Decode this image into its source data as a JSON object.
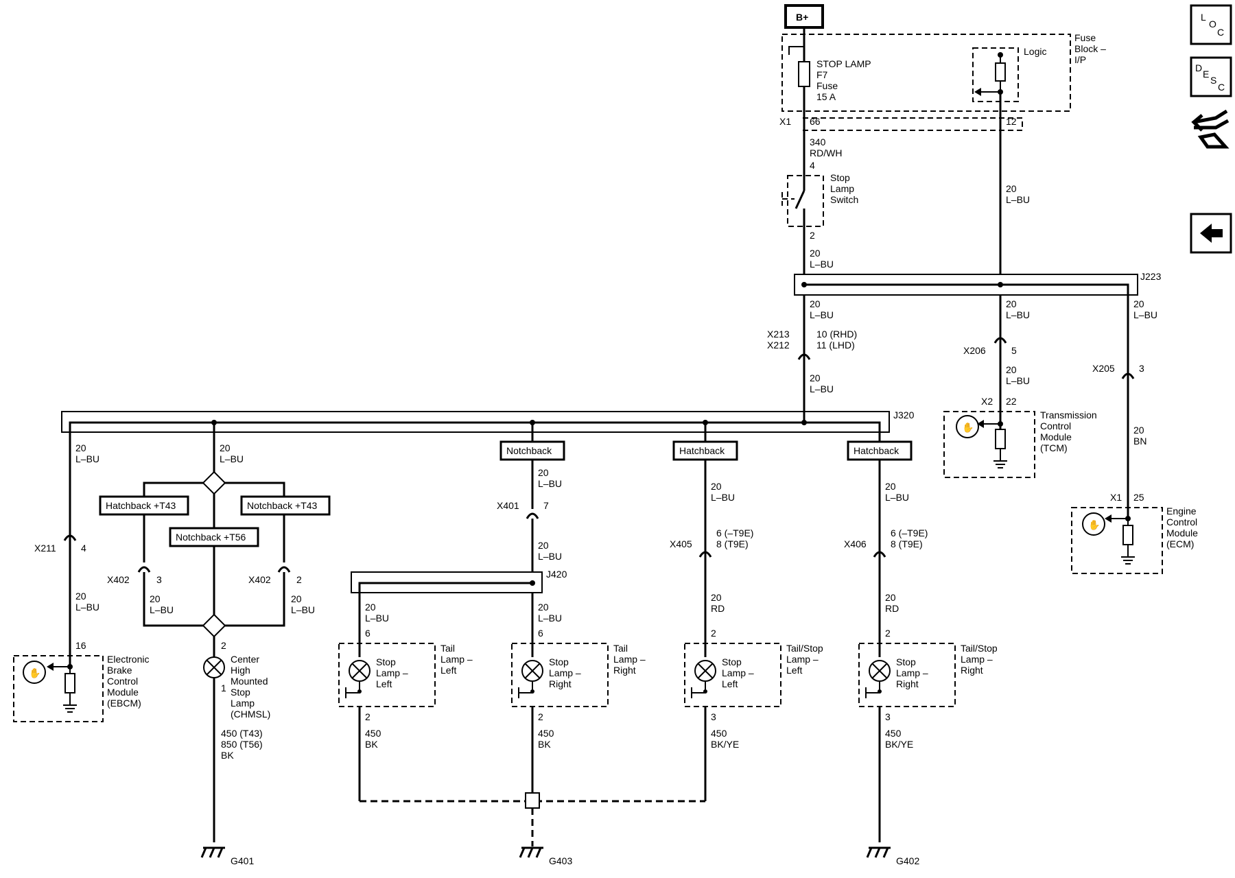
{
  "nav": {
    "loc": [
      "L",
      "O",
      "C"
    ],
    "desc": [
      "D",
      "E",
      "S",
      "C"
    ]
  },
  "power": {
    "label": "B+"
  },
  "fuse_block": {
    "title": [
      "Fuse",
      "Block –",
      "I/P"
    ],
    "fuse": [
      "STOP LAMP",
      "F7",
      "Fuse",
      "15 A"
    ],
    "logic": "Logic",
    "x1": "X1",
    "pin66": "66",
    "pin12": "12"
  },
  "wire_340": [
    "340",
    "RD/WH"
  ],
  "stop_switch": {
    "pin4": "4",
    "pin2": "2",
    "label": [
      "Stop",
      "Lamp",
      "Switch"
    ]
  },
  "wire_20lbu": [
    "20",
    "L–BU"
  ],
  "wire_20rd": [
    "20",
    "RD"
  ],
  "wire_20bn": [
    "20",
    "BN"
  ],
  "splices": {
    "j223": "J223",
    "j320": "J320",
    "j420": "J420"
  },
  "x213": {
    "names": [
      "X213",
      "X212"
    ],
    "pins": [
      "10 (RHD)",
      "11 (LHD)"
    ]
  },
  "x206": {
    "name": "X206",
    "pin": "5"
  },
  "x205": {
    "name": "X205",
    "pin": "3"
  },
  "tcm": {
    "x2": "X2",
    "pin": "22",
    "label": [
      "Transmission",
      "Control",
      "Module",
      "(TCM)"
    ]
  },
  "ecm": {
    "x1": "X1",
    "pin": "25",
    "label": [
      "Engine",
      "Control",
      "Module",
      "(ECM)"
    ]
  },
  "options": {
    "notchback": "Notchback",
    "hatchback": "Hatchback",
    "hatch_t43": "Hatchback +T43",
    "notch_t43": "Notchback +T43",
    "notch_t56": "Notchback +T56"
  },
  "x211": {
    "name": "X211",
    "pin": "4"
  },
  "x402a": {
    "name": "X402",
    "pin": "3"
  },
  "x402b": {
    "name": "X402",
    "pin": "2"
  },
  "x401": {
    "name": "X401",
    "pin": "7"
  },
  "x405": {
    "name": "X405",
    "pins": [
      "6 (–T9E)",
      "8 (T9E)"
    ]
  },
  "x406": {
    "name": "X406",
    "pins": [
      "6 (–T9E)",
      "8 (T9E)"
    ]
  },
  "ebcm": {
    "pin": "16",
    "label": [
      "Electronic",
      "Brake",
      "Control",
      "Module",
      "(EBCM)"
    ]
  },
  "chmsl": {
    "pin_top": "2",
    "pin_bot": "1",
    "label": [
      "Center",
      "High",
      "Mounted",
      "Stop",
      "Lamp",
      "(CHMSL)"
    ],
    "wire": [
      "450 (T43)",
      "850 (T56)",
      "BK"
    ]
  },
  "lamps": [
    {
      "inner": [
        "Stop",
        "Lamp –",
        "Left"
      ],
      "outer": [
        "Tail",
        "Lamp –",
        "Left"
      ],
      "pin_top": "6",
      "pin_bot": "2",
      "wire": [
        "450",
        "BK"
      ]
    },
    {
      "inner": [
        "Stop",
        "Lamp –",
        "Right"
      ],
      "outer": [
        "Tail",
        "Lamp –",
        "Right"
      ],
      "pin_top": "6",
      "pin_bot": "2",
      "wire": [
        "450",
        "BK"
      ]
    },
    {
      "inner": [
        "Stop",
        "Lamp –",
        "Left"
      ],
      "outer": [
        "Tail/Stop",
        "Lamp –",
        "Left"
      ],
      "pin_top": "2",
      "pin_bot": "3",
      "wire": [
        "450",
        "BK/YE"
      ]
    },
    {
      "inner": [
        "Stop",
        "Lamp –",
        "Right"
      ],
      "outer": [
        "Tail/Stop",
        "Lamp –",
        "Right"
      ],
      "pin_top": "2",
      "pin_bot": "3",
      "wire": [
        "450",
        "BK/YE"
      ]
    }
  ],
  "grounds": [
    "G401",
    "G403",
    "G402"
  ]
}
